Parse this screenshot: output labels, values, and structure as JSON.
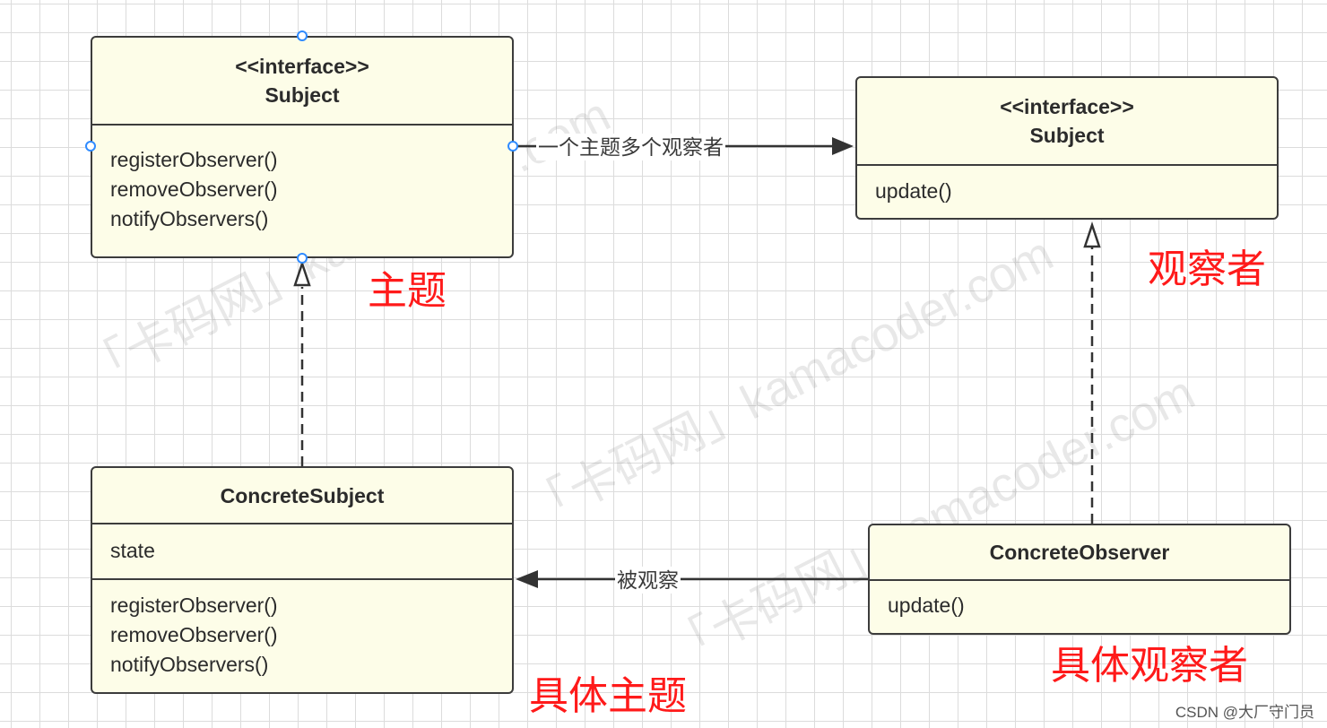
{
  "diagram": {
    "subject_interface": {
      "stereotype": "<<interface>>",
      "name": "Subject",
      "methods": [
        "registerObserver()",
        "removeObserver()",
        "notifyObservers()"
      ]
    },
    "observer_interface": {
      "stereotype": "<<interface>>",
      "name": "Subject",
      "methods": [
        "update()"
      ]
    },
    "concrete_subject": {
      "name": "ConcreteSubject",
      "attributes": [
        "state"
      ],
      "methods": [
        "registerObserver()",
        "removeObserver()",
        "notifyObservers()"
      ]
    },
    "concrete_observer": {
      "name": "ConcreteObserver",
      "methods": [
        "update()"
      ]
    },
    "edges": {
      "subject_to_observer": "一个主题多个观察者",
      "observed": "被观察"
    },
    "role_labels": {
      "subject": "主题",
      "observer": "观察者",
      "concrete_subject": "具体主题",
      "concrete_observer": "具体观察者"
    }
  },
  "watermark": {
    "text": "「卡码网」kamacoder.com"
  },
  "credit": "CSDN @大厂守门员",
  "colors": {
    "class_fill": "#fdfde8",
    "class_border": "#3c3c3c",
    "role_label": "#ff1a1a",
    "handle": "#2f8bff",
    "grid": "#dcdcdc"
  }
}
